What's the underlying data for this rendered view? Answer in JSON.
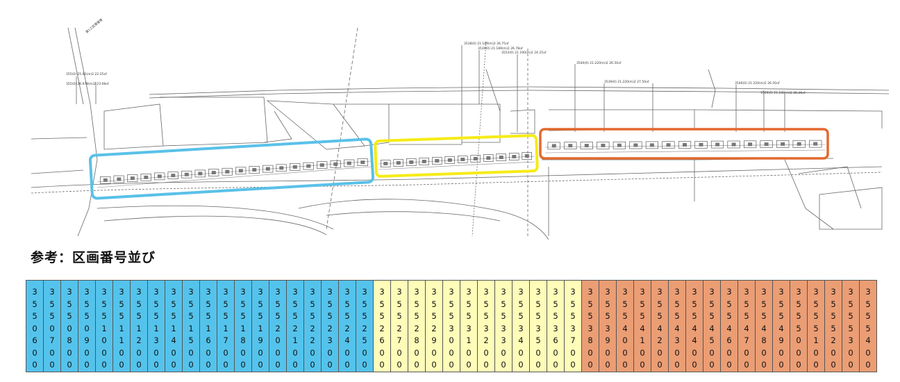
{
  "heading": "参考：区画番号並び",
  "colors": {
    "group_blue": "#54c3ec",
    "group_yellow": "#fefcb8",
    "group_orange": "#eb9d74",
    "box_blue": "#59c1e8",
    "box_yellow": "#f6eb16",
    "box_orange": "#e3692f"
  },
  "map": {
    "callouts": [
      "第1工区等管理",
      "355(0) 25.92(m)2 22.35㎡",
      "355(0) 26.978(m)2 23.08㎡",
      "3538(0) 21.189(m)2 26.75㎡",
      "3539(0) 21.189(m)2 26.78㎡",
      "3553(0) 21.190(m)2 24.25㎡",
      "3540(0) 21.220(m)2 26.50㎡",
      "3539(0) 21.220(m)2 27.50㎡",
      "3546(0) 21.220(m)2 26.50㎡",
      "3549(0) 21.240(m)2 26.26㎡"
    ]
  },
  "sequence": [
    {
      "number": "3550600",
      "group": "blue"
    },
    {
      "number": "3550700",
      "group": "blue"
    },
    {
      "number": "3550800",
      "group": "blue"
    },
    {
      "number": "3550900",
      "group": "blue"
    },
    {
      "number": "3551000",
      "group": "blue"
    },
    {
      "number": "3551100",
      "group": "blue"
    },
    {
      "number": "3551200",
      "group": "blue"
    },
    {
      "number": "3551300",
      "group": "blue"
    },
    {
      "number": "3551400",
      "group": "blue"
    },
    {
      "number": "3551500",
      "group": "blue"
    },
    {
      "number": "3551600",
      "group": "blue"
    },
    {
      "number": "3551700",
      "group": "blue"
    },
    {
      "number": "3551800",
      "group": "blue"
    },
    {
      "number": "3551900",
      "group": "blue"
    },
    {
      "number": "3552000",
      "group": "blue"
    },
    {
      "number": "3552100",
      "group": "blue"
    },
    {
      "number": "3552200",
      "group": "blue"
    },
    {
      "number": "3552300",
      "group": "blue"
    },
    {
      "number": "3552400",
      "group": "blue"
    },
    {
      "number": "3552500",
      "group": "blue"
    },
    {
      "number": "3552600",
      "group": "yellow"
    },
    {
      "number": "3552700",
      "group": "yellow"
    },
    {
      "number": "3552800",
      "group": "yellow"
    },
    {
      "number": "3552900",
      "group": "yellow"
    },
    {
      "number": "3553000",
      "group": "yellow"
    },
    {
      "number": "3553100",
      "group": "yellow"
    },
    {
      "number": "3553200",
      "group": "yellow"
    },
    {
      "number": "3553300",
      "group": "yellow"
    },
    {
      "number": "3553400",
      "group": "yellow"
    },
    {
      "number": "3553500",
      "group": "yellow"
    },
    {
      "number": "3553600",
      "group": "yellow"
    },
    {
      "number": "3553700",
      "group": "yellow"
    },
    {
      "number": "3553800",
      "group": "orange"
    },
    {
      "number": "3553900",
      "group": "orange"
    },
    {
      "number": "3554000",
      "group": "orange"
    },
    {
      "number": "3554100",
      "group": "orange"
    },
    {
      "number": "3554200",
      "group": "orange"
    },
    {
      "number": "3554300",
      "group": "orange"
    },
    {
      "number": "3554400",
      "group": "orange"
    },
    {
      "number": "3554500",
      "group": "orange"
    },
    {
      "number": "3554600",
      "group": "orange"
    },
    {
      "number": "3554700",
      "group": "orange"
    },
    {
      "number": "3554800",
      "group": "orange"
    },
    {
      "number": "3554900",
      "group": "orange"
    },
    {
      "number": "3555000",
      "group": "orange"
    },
    {
      "number": "3555100",
      "group": "orange"
    },
    {
      "number": "3555200",
      "group": "orange"
    },
    {
      "number": "3555300",
      "group": "orange"
    },
    {
      "number": "3555400",
      "group": "orange"
    }
  ]
}
